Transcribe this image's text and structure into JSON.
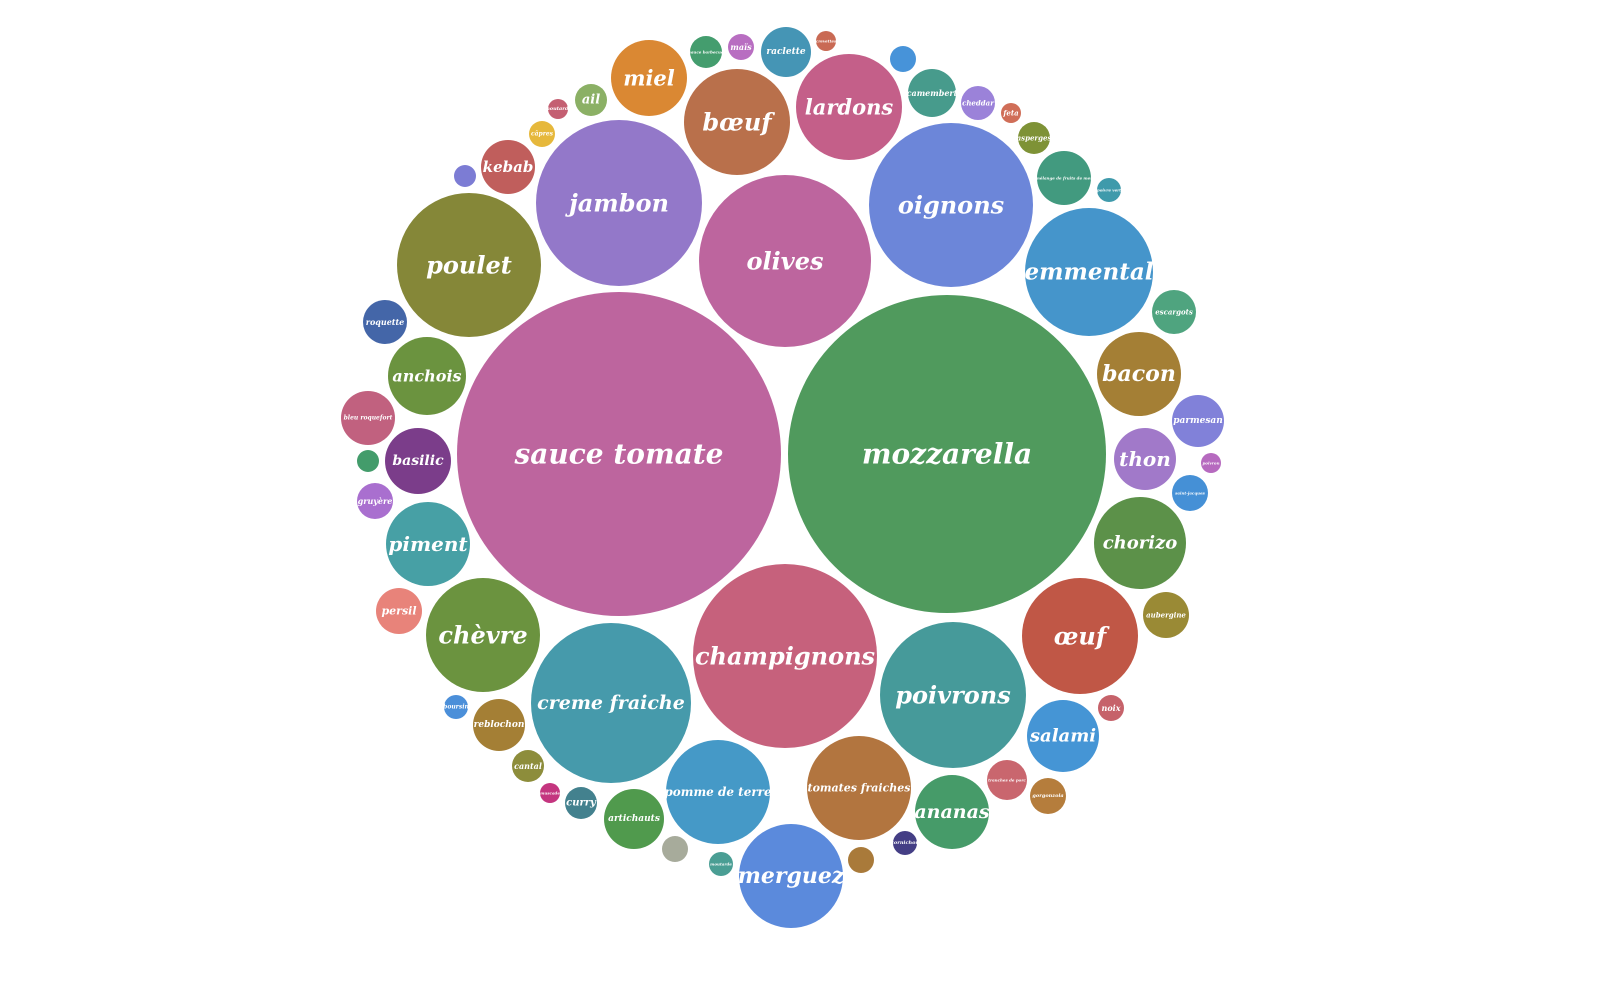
{
  "chart_data": {
    "type": "bubble",
    "title": "",
    "bubbles": [
      {
        "label": "sauce tomate",
        "color": "#bd659e"
      },
      {
        "label": "mozzarella",
        "color": "#509a5d"
      },
      {
        "label": "champignons",
        "color": "#c6617c"
      },
      {
        "label": "olives",
        "color": "#bd659e"
      },
      {
        "label": "creme fraiche",
        "color": "#469aab"
      },
      {
        "label": "jambon",
        "color": "#9378c9"
      },
      {
        "label": "oignons",
        "color": "#6c86d9"
      },
      {
        "label": "poivrons",
        "color": "#469a9a"
      },
      {
        "label": "poulet",
        "color": "#858738"
      },
      {
        "label": "emmental",
        "color": "#4595cb"
      },
      {
        "label": "chèvre",
        "color": "#6b933f"
      },
      {
        "label": "œuf",
        "color": "#c05746"
      },
      {
        "label": "lardons",
        "color": "#c45f89"
      },
      {
        "label": "tomates fraiches",
        "color": "#b2753f"
      },
      {
        "label": "bœuf",
        "color": "#b9704b"
      },
      {
        "label": "merguez",
        "color": "#5b8adc"
      },
      {
        "label": "pomme de terre",
        "color": "#4599c7"
      },
      {
        "label": "chorizo",
        "color": "#5c9149"
      },
      {
        "label": "bacon",
        "color": "#a47f35"
      },
      {
        "label": "piment",
        "color": "#47a0a5"
      },
      {
        "label": "anchois",
        "color": "#6b933f"
      },
      {
        "label": "miel",
        "color": "#da8833"
      },
      {
        "label": "ananas",
        "color": "#469b69"
      },
      {
        "label": "salami",
        "color": "#4595d5"
      },
      {
        "label": "basilic",
        "color": "#7b3d8a"
      },
      {
        "label": "thon",
        "color": "#a179c9"
      },
      {
        "label": "camembert",
        "color": "#479b8c"
      },
      {
        "label": "kebab",
        "color": "#c05e5c"
      },
      {
        "label": "artichauts",
        "color": "#509a4d"
      },
      {
        "label": "raclette",
        "color": "#4595b5"
      },
      {
        "label": "bleu roquefort",
        "color": "#c1617f"
      },
      {
        "label": "parmesan",
        "color": "#8181d9"
      },
      {
        "label": "reblochon",
        "color": "#a47f35"
      },
      {
        "label": "roquette",
        "color": "#4466a8"
      },
      {
        "label": "persil",
        "color": "#e8837a"
      },
      {
        "label": "aubergine",
        "color": "#9a8a35"
      },
      {
        "label": "escargots",
        "color": "#4fa47f"
      },
      {
        "label": "mélange de fruits de mer",
        "color": "#429a7f"
      },
      {
        "label": "gorgonzola",
        "color": "#b57d3c"
      },
      {
        "label": "gruyère",
        "color": "#a96fcf"
      },
      {
        "label": "cheddar",
        "color": "#9b82d9"
      },
      {
        "label": "tranches de porc",
        "color": "#c9666e"
      },
      {
        "label": "curry",
        "color": "#43818e"
      },
      {
        "label": "asperges",
        "color": "#7e9236"
      },
      {
        "label": "saint-jacques",
        "color": "#4590d6"
      },
      {
        "label": "ail",
        "color": "#8bb065"
      },
      {
        "label": "",
        "color": "#a7ab9b"
      },
      {
        "label": "cantal",
        "color": "#8d8d3b"
      },
      {
        "label": "sauce barbecue",
        "color": "#449d6e"
      },
      {
        "label": "noix",
        "color": "#c6626a"
      },
      {
        "label": "feta",
        "color": "#d06e58"
      },
      {
        "label": "",
        "color": "#4793d9"
      },
      {
        "label": "câpres",
        "color": "#e6b83c"
      },
      {
        "label": "boursin",
        "color": "#4b8fd9"
      },
      {
        "label": "",
        "color": "#a97a3a"
      },
      {
        "label": "maïs",
        "color": "#b86ec1"
      },
      {
        "label": "cornichon",
        "color": "#443e85"
      },
      {
        "label": "moutarde",
        "color": "#4a9e94"
      },
      {
        "label": "poivre vert",
        "color": "#3f9aab"
      },
      {
        "label": "",
        "color": "#439c6b"
      },
      {
        "label": "",
        "color": "#7c7cd4"
      },
      {
        "label": "moutarde",
        "color": "#c45f72"
      },
      {
        "label": "muscade",
        "color": "#c4357f"
      },
      {
        "label": "crevettes",
        "color": "#c96a54"
      },
      {
        "label": "poivron",
        "color": "#b66abf"
      }
    ]
  }
}
